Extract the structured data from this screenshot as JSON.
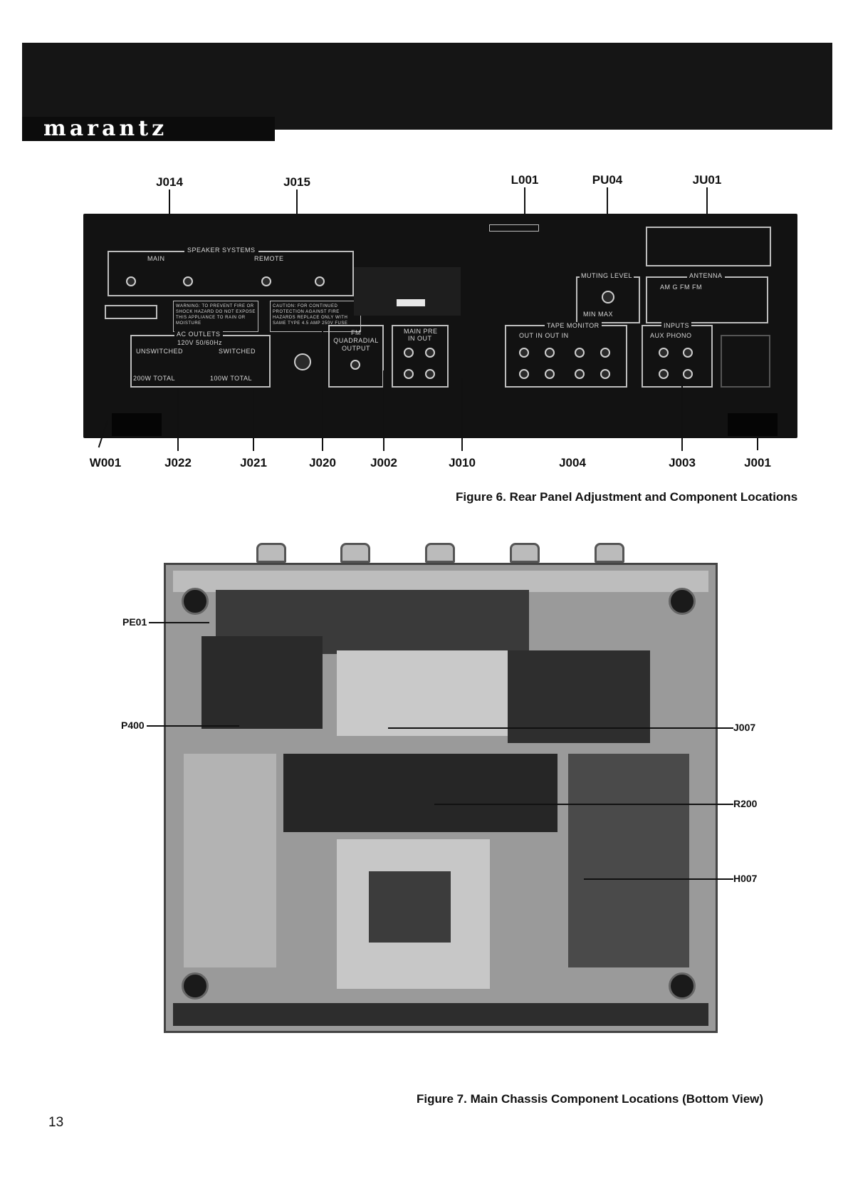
{
  "header": {
    "brand": "marantz"
  },
  "figure6": {
    "caption": "Figure 6. Rear Panel Adjustment and Component Locations",
    "top_labels": [
      "J014",
      "J015",
      "L001",
      "PU04",
      "JU01"
    ],
    "bottom_labels": [
      "W001",
      "J022",
      "J021",
      "J020",
      "J002",
      "J010",
      "J004",
      "J003",
      "J001"
    ],
    "panel_text": {
      "speaker_title": "SPEAKER SYSTEMS",
      "speaker_main": "MAIN",
      "speaker_remote": "REMOTE",
      "warning": "WARNING: TO PREVENT FIRE OR SHOCK HAZARD DO NOT EXPOSE THIS APPLIANCE TO RAIN OR MOISTURE",
      "caution": "CAUTION: FOR CONTINUED PROTECTION AGAINST FIRE HAZARDS REPLACE ONLY WITH SAME TYPE 4.5 AMP 250V FUSE",
      "ac_title": "AC OUTLETS",
      "ac_sub": "120V 50/60Hz",
      "unswitched": "UNSWITCHED",
      "switched": "SWITCHED",
      "total_unswitched": "200W TOTAL",
      "total_switched": "100W TOTAL",
      "fm_output": "FM QUADRADIAL OUTPUT",
      "main_pre": "MAIN PRE",
      "in_out": "IN OUT",
      "tape_monitor": "TAPE MONITOR",
      "monitor_io": "OUT IN OUT IN",
      "muting_level": "MUTING LEVEL",
      "min_max": "MIN MAX",
      "antenna": "ANTENNA",
      "antenna_sub": "AM G FM FM",
      "inputs": "INPUTS",
      "aux_phono": "AUX PHONO"
    }
  },
  "figure7": {
    "caption": "Figure 7. Main Chassis Component Locations (Bottom View)",
    "left_labels": [
      "PE01",
      "P400"
    ],
    "right_labels": [
      "J007",
      "R200",
      "H007"
    ]
  },
  "page_number": "13"
}
